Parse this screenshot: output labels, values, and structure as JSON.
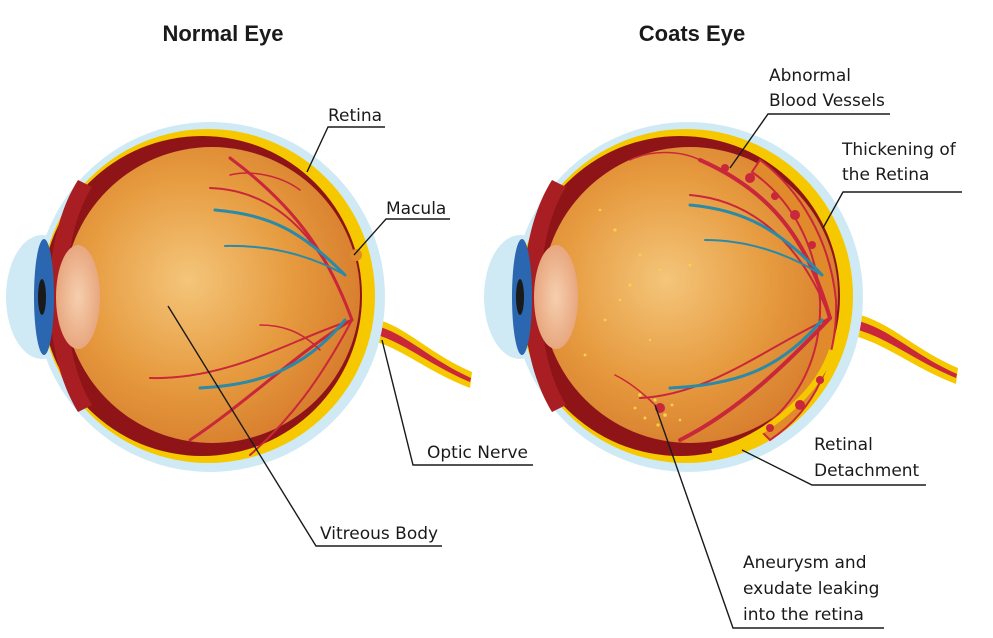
{
  "titles": {
    "normal": "Normal Eye",
    "coats": "Coats Eye"
  },
  "labels": {
    "retina": "Retina",
    "macula": "Macula",
    "optic_nerve": "Optic Nerve",
    "vitreous_body": "Vitreous Body",
    "abnormal_vessels": [
      "Abnormal",
      "Blood Vessels"
    ],
    "thickening": [
      "Thickening of",
      "the Retina"
    ],
    "retinal_detachment": [
      "Retinal",
      "Detachment"
    ],
    "aneurysm": [
      "Aneurysm and",
      "exudate leaking",
      "into the retina"
    ]
  },
  "colors": {
    "sclera_halo": "#cfeaf5",
    "retina_yellow": "#f5c800",
    "eyeball": "#e08a2c",
    "eyeball_center": "#f2be6f",
    "choroid": "#8e1418",
    "iris": "#2a67b0",
    "lens": "#f0b890",
    "artery": "#c9273a",
    "vein": "#2a8aa8",
    "exudate": "#f6d24a"
  }
}
